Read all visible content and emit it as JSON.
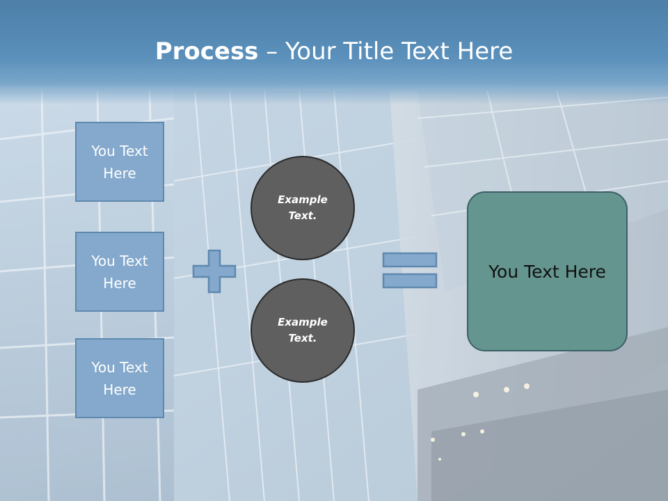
{
  "slide": {
    "title_bold": "Process",
    "title_rest": " – Your Title Text Here",
    "left_boxes": [
      {
        "label": "You Text Here"
      },
      {
        "label": "You Text Here"
      },
      {
        "label": "You Text Here"
      }
    ],
    "circles": [
      {
        "label": "Example Text."
      },
      {
        "label": "Example Text."
      }
    ],
    "result": {
      "label": "You Text Here"
    },
    "operator_icons": [
      "plus-icon",
      "equals-icon"
    ]
  },
  "colors": {
    "title_bar": "#5a90bb",
    "left_box_fill": "#84a9cc",
    "circle_fill": "#5f5f5f",
    "result_fill": "#64958f"
  }
}
